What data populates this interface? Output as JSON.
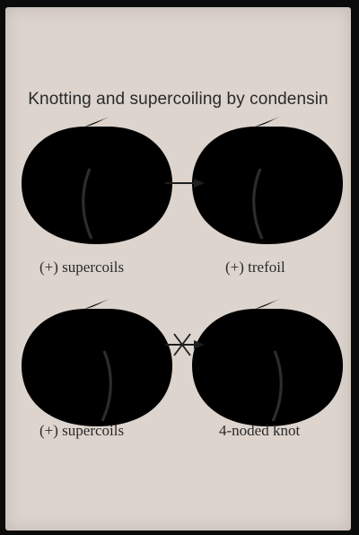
{
  "title": "Knotting and supercoiling by condensin",
  "panels": [
    {
      "id": "top-left",
      "caption": "(+) supercoils"
    },
    {
      "id": "top-right",
      "caption": "(+) trefoil"
    },
    {
      "id": "bottom-left",
      "caption": "(+) supercoils"
    },
    {
      "id": "bottom-right",
      "caption": "4-noded knot"
    }
  ],
  "arrows": [
    {
      "id": "top-arrow",
      "type": "forward"
    },
    {
      "id": "bottom-arrow",
      "type": "blocked"
    }
  ],
  "colors": {
    "background": "#dcd4cd",
    "ink": "#2c2c2c"
  }
}
